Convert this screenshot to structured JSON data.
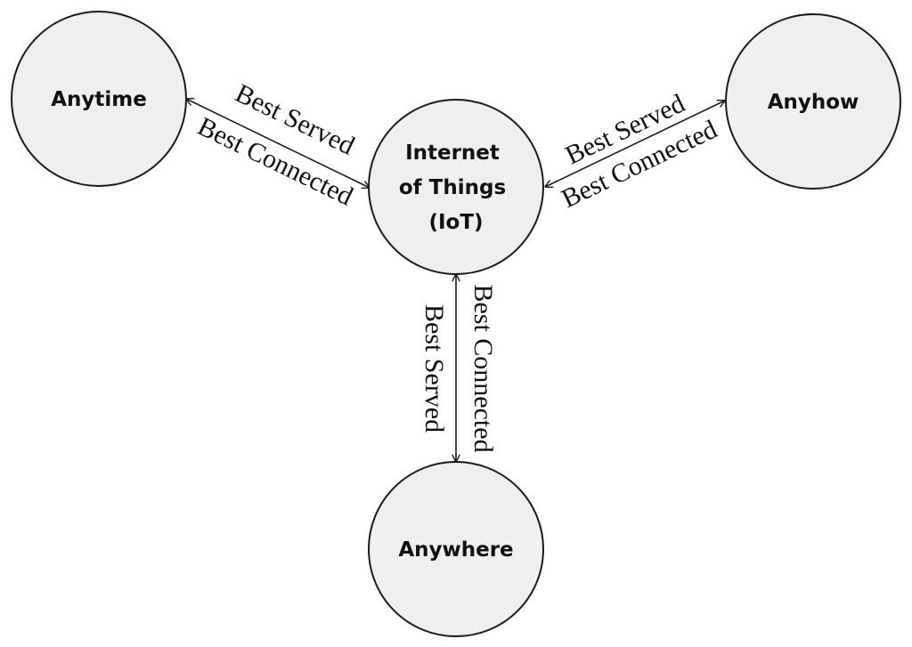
{
  "diagram": {
    "nodes": {
      "anytime": {
        "label": "Anytime"
      },
      "iot": {
        "label_lines": [
          "Internet",
          "of Things",
          "(IoT)"
        ]
      },
      "anyhow": {
        "label": "Anyhow"
      },
      "anywhere": {
        "label": "Anywhere"
      }
    },
    "edges": {
      "iot_anytime": {
        "top_label": "Best Served",
        "bottom_label": "Best Connected"
      },
      "iot_anyhow": {
        "top_label": "Best Served",
        "bottom_label": "Best Connected"
      },
      "iot_anywhere": {
        "left_label": "Best Served",
        "right_label": "Best Connected"
      }
    }
  }
}
